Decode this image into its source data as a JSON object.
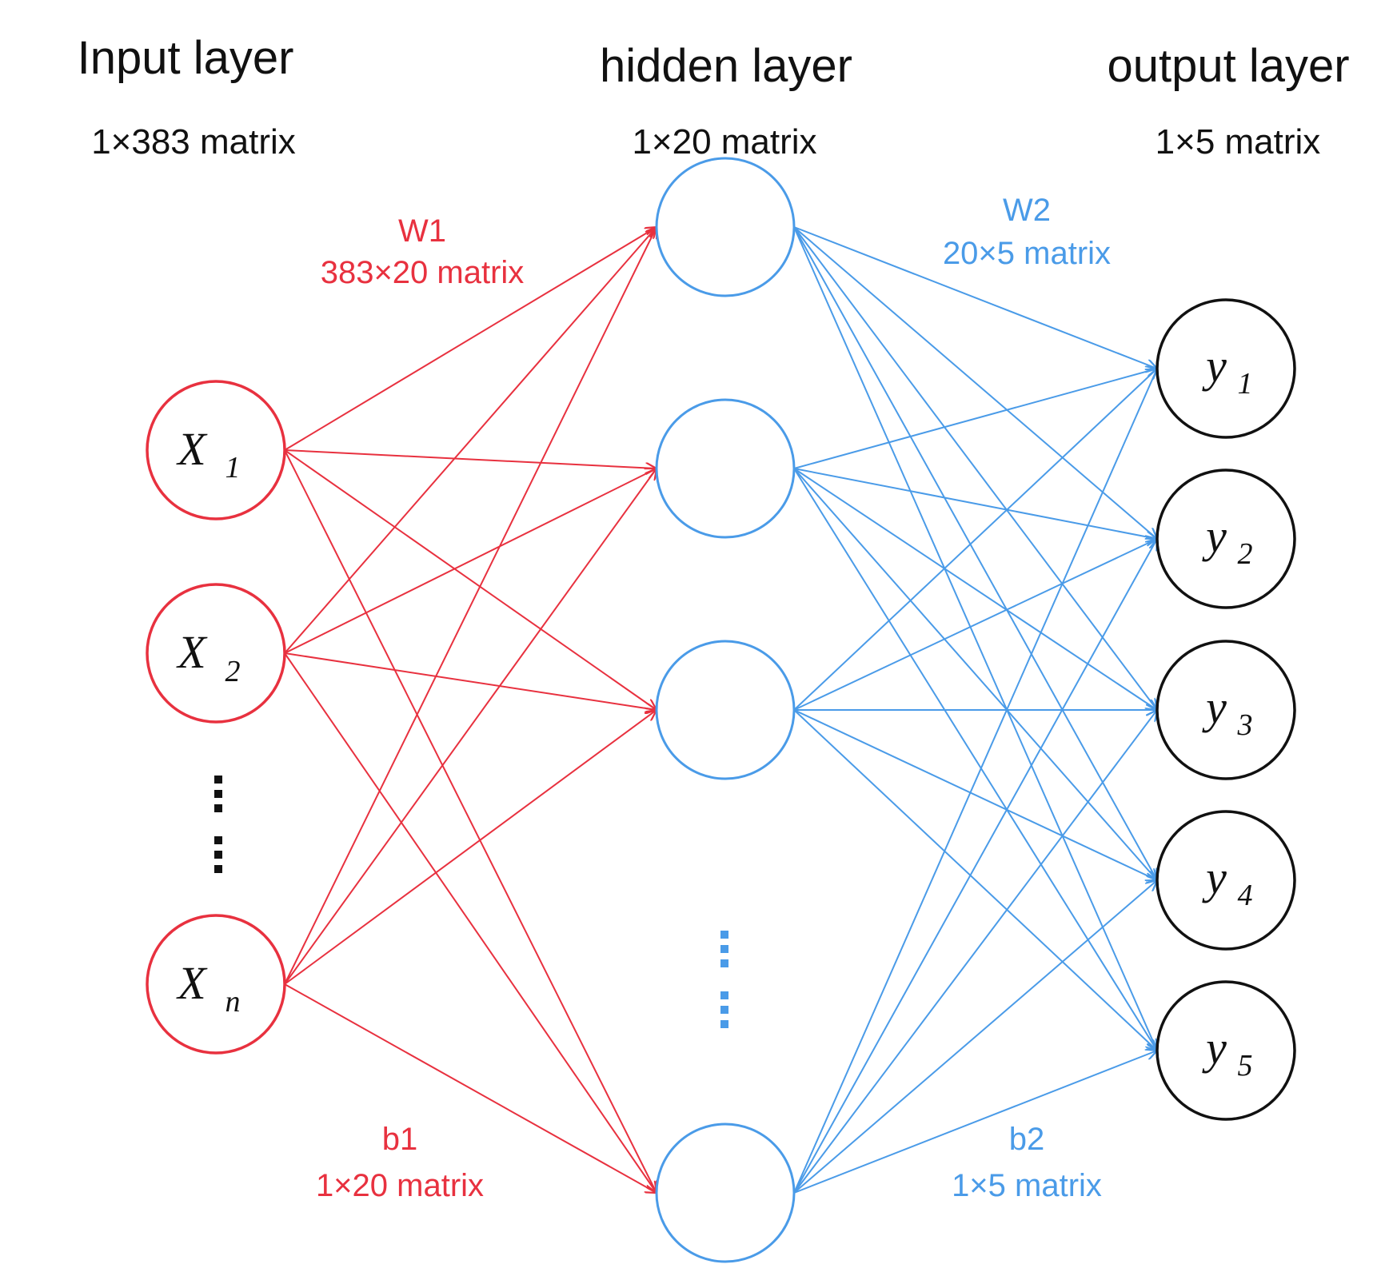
{
  "layers": {
    "input": {
      "title": "Input layer",
      "dim": "1×383 matrix"
    },
    "hidden": {
      "title": "hidden layer",
      "dim": "1×20 matrix"
    },
    "output": {
      "title": "output layer",
      "dim": "1×5 matrix"
    }
  },
  "weights": {
    "w1": {
      "name": "W1",
      "dim": "383×20 matrix"
    },
    "w2": {
      "name": "W2",
      "dim": "20×5 matrix"
    }
  },
  "biases": {
    "b1": {
      "name": "b1",
      "dim": "1×20 matrix"
    },
    "b2": {
      "name": "b2",
      "dim": "1×5 matrix"
    }
  },
  "input_nodes": [
    {
      "base": "X",
      "sub": "1"
    },
    {
      "base": "X",
      "sub": "2"
    },
    {
      "base": "X",
      "sub": "n"
    }
  ],
  "output_nodes": [
    {
      "base": "y",
      "sub": "1"
    },
    {
      "base": "y",
      "sub": "2"
    },
    {
      "base": "y",
      "sub": "3"
    },
    {
      "base": "y",
      "sub": "4"
    },
    {
      "base": "y",
      "sub": "5"
    }
  ],
  "colors": {
    "input": "#e8313f",
    "hidden": "#4a9be8",
    "output": "#111111"
  }
}
